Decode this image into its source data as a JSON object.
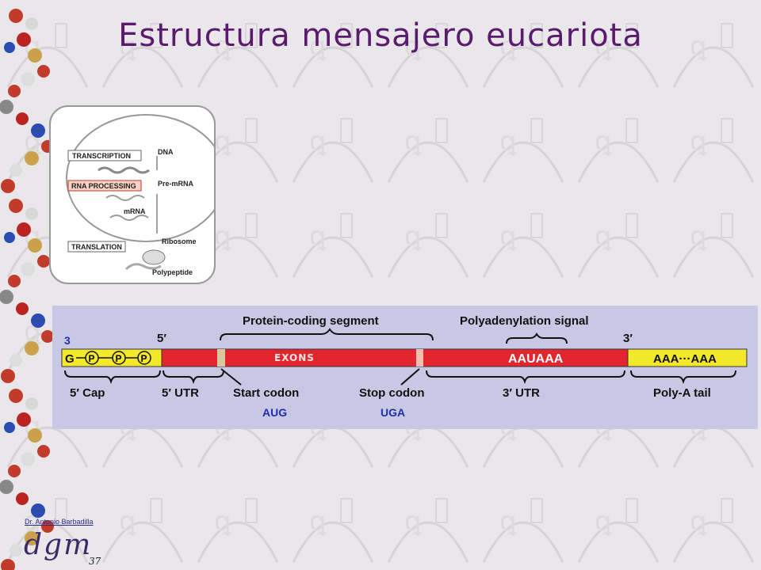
{
  "slide": {
    "title": "Estructura mensajero eucariota",
    "author": "Dr. Antonio Barbadilla",
    "logo": "dgm",
    "page_number": "37"
  },
  "cell_diagram": {
    "steps": [
      "TRANSCRIPTION",
      "RNA PROCESSING",
      "TRANSLATION"
    ],
    "molecules": [
      "DNA",
      "Pre-mRNA",
      "mRNA",
      "Ribosome",
      "Polypeptide"
    ]
  },
  "mrna_diagram": {
    "label_3": "3",
    "five_prime": "5′",
    "three_prime": "3′",
    "g": "G",
    "p": "P",
    "exons": "EXONS",
    "aauaaa": "AAUAAA",
    "polya_seq": "AAA···AAA",
    "protein_coding_segment": "Protein-coding segment",
    "polyadenylation_signal": "Polyadenylation signal",
    "cap": "5′ Cap",
    "utr5": "5′ UTR",
    "start_codon": "Start codon",
    "stop_codon": "Stop codon",
    "utr3": "3′ UTR",
    "polya_tail": "Poly-A tail",
    "aug": "AUG",
    "uga": "UGA",
    "colors": {
      "cap": "#f4e82a",
      "coding": "#e3262d",
      "tail": "#f4e82a",
      "codon": "#d9c7a0",
      "blue": "#1d2fb0"
    }
  }
}
